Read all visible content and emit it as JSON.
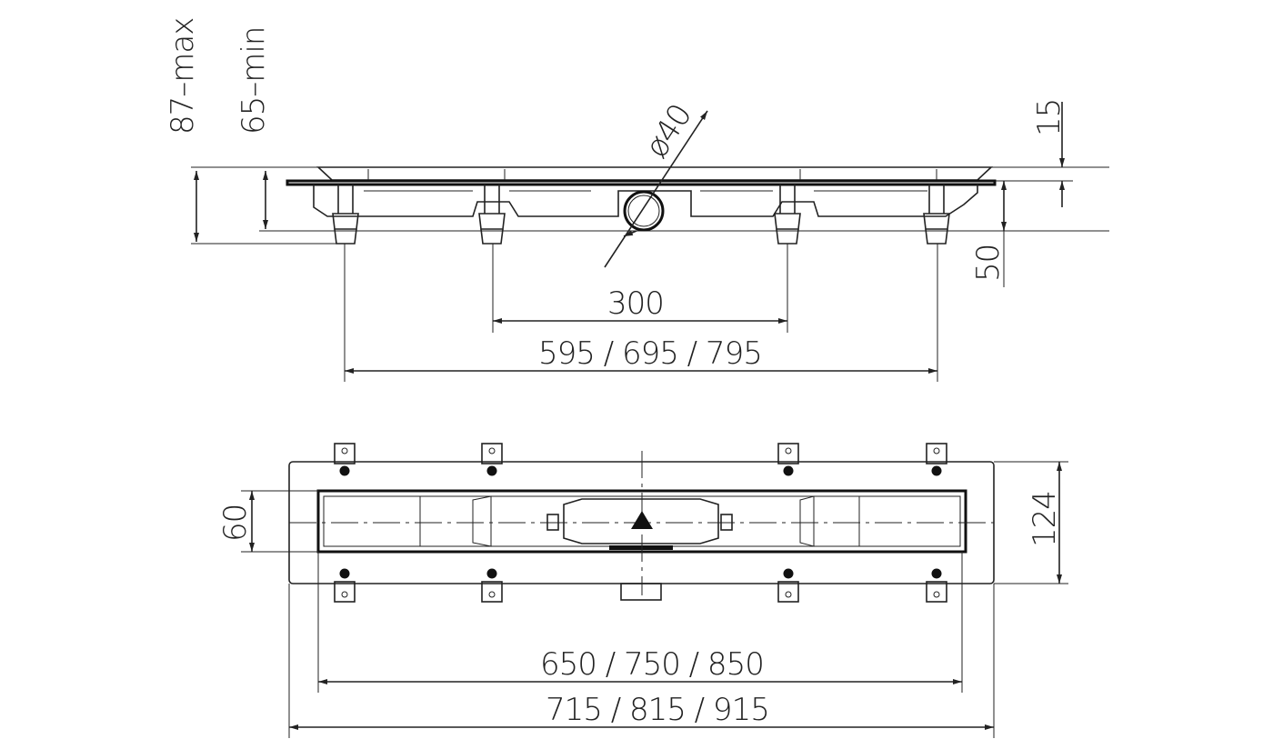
{
  "side_view": {
    "height_max": "87–max",
    "height_min": "65–min",
    "outlet_diameter": "ø40",
    "top_offset": "15",
    "foot_height": "50",
    "inner_feet_spacing": "300",
    "outer_feet_spacing": "595 / 695 / 795"
  },
  "top_view": {
    "grate_width": "60",
    "body_width": "124",
    "grate_length": "650 / 750 / 850",
    "body_length": "715 / 815 / 915"
  }
}
